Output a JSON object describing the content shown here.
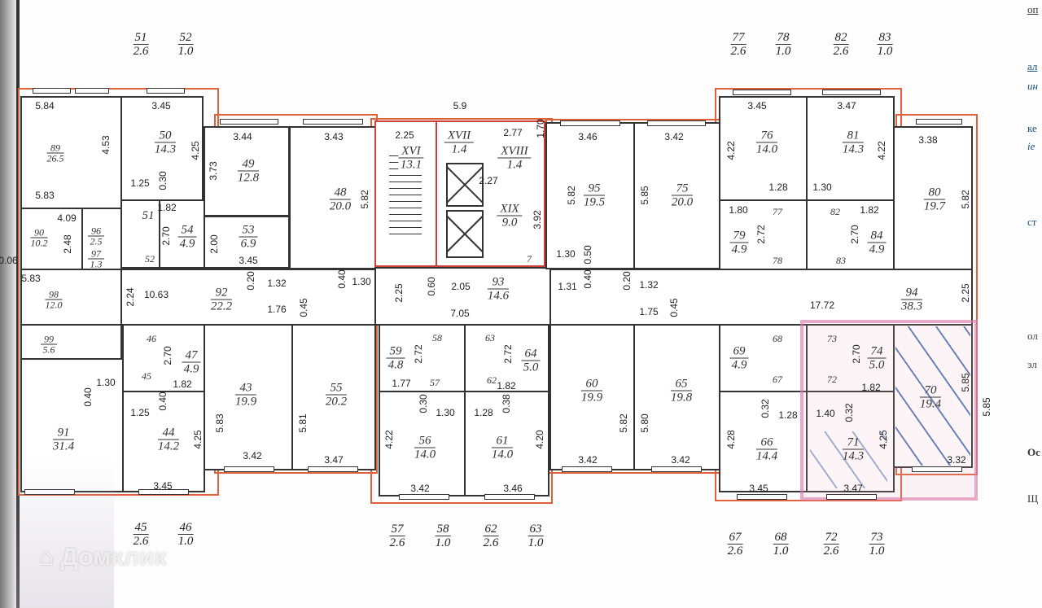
{
  "rooms": [
    {
      "num": "89",
      "area": "26.5"
    },
    {
      "num": "50",
      "area": "14.3"
    },
    {
      "num": "49",
      "area": "12.8"
    },
    {
      "num": "48",
      "area": "20.0"
    },
    {
      "num": "53",
      "area": "6.9"
    },
    {
      "num": "54",
      "area": "4.9"
    },
    {
      "num": "51",
      "area": ""
    },
    {
      "num": "90",
      "area": "10.2"
    },
    {
      "num": "96",
      "area": "2.5"
    },
    {
      "num": "97",
      "area": "1.3"
    },
    {
      "num": "98",
      "area": "12.0"
    },
    {
      "num": "92",
      "area": "22.2"
    },
    {
      "num": "99",
      "area": "5.6"
    },
    {
      "num": "91",
      "area": "31.4"
    },
    {
      "num": "47",
      "area": "4.9"
    },
    {
      "num": "44",
      "area": "14.2"
    },
    {
      "num": "43",
      "area": "19.9"
    },
    {
      "num": "55",
      "area": "20.2"
    },
    {
      "num": "XVI",
      "area": "13.1"
    },
    {
      "num": "XVII",
      "area": "1.4"
    },
    {
      "num": "XVIII",
      "area": "1.4"
    },
    {
      "num": "XIX",
      "area": "9.0"
    },
    {
      "num": "93",
      "area": "14.6"
    },
    {
      "num": "59",
      "area": "4.8"
    },
    {
      "num": "64",
      "area": "5.0"
    },
    {
      "num": "56",
      "area": "14.0"
    },
    {
      "num": "61",
      "area": "14.0"
    },
    {
      "num": "95",
      "area": "19.5"
    },
    {
      "num": "75",
      "area": "20.0"
    },
    {
      "num": "60",
      "area": "19.9"
    },
    {
      "num": "65",
      "area": "19.8"
    },
    {
      "num": "76",
      "area": "14.0"
    },
    {
      "num": "81",
      "area": "14.3"
    },
    {
      "num": "79",
      "area": "4.9"
    },
    {
      "num": "84",
      "area": "4.9"
    },
    {
      "num": "80",
      "area": "19.7"
    },
    {
      "num": "94",
      "area": "38.3"
    },
    {
      "num": "69",
      "area": "4.9"
    },
    {
      "num": "74",
      "area": "5.0"
    },
    {
      "num": "66",
      "area": "14.4"
    },
    {
      "num": "71",
      "area": "14.3"
    },
    {
      "num": "70",
      "area": "19.4"
    }
  ],
  "small_rooms": [
    "52",
    "46",
    "45",
    "58",
    "57",
    "63",
    "62",
    "77",
    "78",
    "82",
    "83",
    "68",
    "67",
    "73",
    "72",
    "7"
  ],
  "balconies_top": [
    {
      "num": "51",
      "area": "2.6"
    },
    {
      "num": "52",
      "area": "1.0"
    },
    {
      "num": "77",
      "area": "2.6"
    },
    {
      "num": "78",
      "area": "1.0"
    },
    {
      "num": "82",
      "area": "2.6"
    },
    {
      "num": "83",
      "area": "1.0"
    }
  ],
  "balconies_bottom": [
    {
      "num": "45",
      "area": "2.6"
    },
    {
      "num": "46",
      "area": "1.0"
    },
    {
      "num": "57",
      "area": "2.6"
    },
    {
      "num": "58",
      "area": "1.0"
    },
    {
      "num": "62",
      "area": "2.6"
    },
    {
      "num": "63",
      "area": "1.0"
    },
    {
      "num": "67",
      "area": "2.6"
    },
    {
      "num": "68",
      "area": "1.0"
    },
    {
      "num": "72",
      "area": "2.6"
    },
    {
      "num": "73",
      "area": "1.0"
    }
  ],
  "dims": [
    "5.84",
    "4.53",
    "5.83",
    "3.45",
    "4.25",
    "1.25",
    "0.30",
    "1.82",
    "3.44",
    "3.73",
    "3.43",
    "5.82",
    "2.00",
    "3.45",
    "4.09",
    "2.48",
    "2.70",
    "5.9",
    "2.25",
    "2.77",
    "1.70",
    "2.27",
    "3.92",
    "3.46",
    "5.82",
    "3.42",
    "5.85",
    "3.45",
    "4.22",
    "3.47",
    "4.22",
    "3.38",
    "5.82",
    "1.28",
    "1.30",
    "1.80",
    "1.82",
    "2.72",
    "2.70",
    "10.63",
    "2.24",
    "0.20",
    "1.32",
    "0.40",
    "1.30",
    "1.76",
    "0.45",
    "2.25",
    "0.60",
    "2.05",
    "7.05",
    "1.30",
    "1.31",
    "0.40",
    "0.50",
    "0.20",
    "1.32",
    "1.75",
    "0.45",
    "17.72",
    "2.25",
    "2.70",
    "1.82",
    "1.30",
    "0.40",
    "1.25",
    "0.40",
    "4.25",
    "3.45",
    "5.83",
    "3.42",
    "5.81",
    "3.47",
    "2.72",
    "1.77",
    "2.72",
    "1.82",
    "0.30",
    "1.30",
    "1.28",
    "0.38",
    "4.22",
    "3.42",
    "4.20",
    "3.46",
    "5.82",
    "3.42",
    "5.80",
    "3.42",
    "2.70",
    "1.82",
    "0.32",
    "1.28",
    "1.40",
    "0.32",
    "4.28",
    "4.25",
    "3.45",
    "3.47",
    "5.85",
    "3.32",
    "5.85",
    "0.06",
    "5.83"
  ],
  "side_fragments": [
    "оп",
    "ал",
    "ин",
    "ке",
    "ie",
    "ст",
    "ол",
    "эл",
    "Ос",
    "Щ"
  ],
  "watermark": "Домклик",
  "colors": {
    "outline": "#e0603a",
    "highlight": "#e8a0c8",
    "hatch": "#2c5aa0"
  }
}
